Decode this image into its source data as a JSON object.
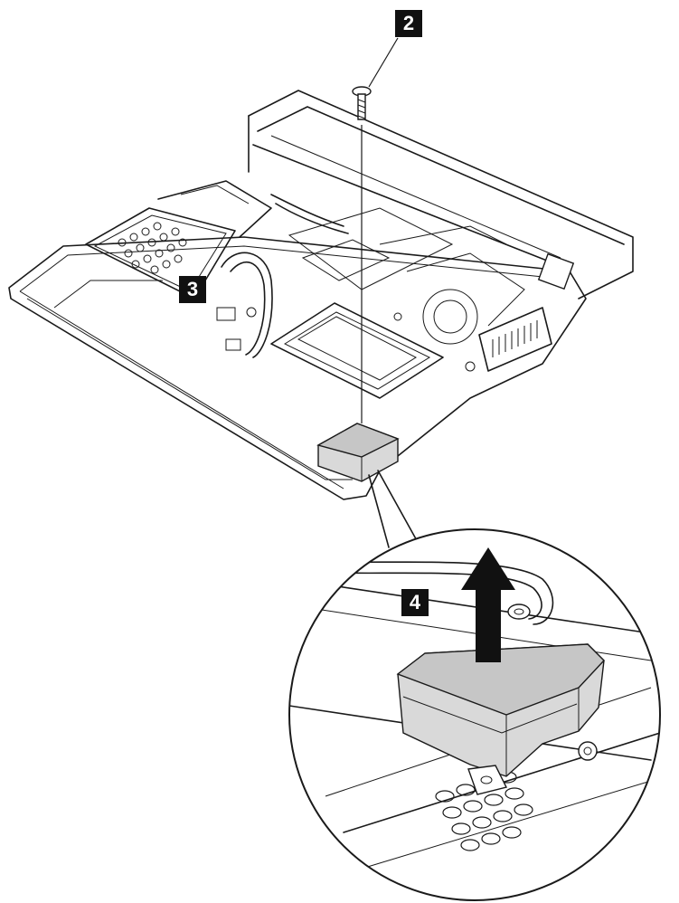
{
  "steps": {
    "step_2": "2",
    "step_3": "3",
    "step_4": "4"
  },
  "colors": {
    "badge_background": "#111111",
    "badge_text": "#ffffff",
    "part_fill": "#d9d9d9",
    "line": "#1a1a1a"
  },
  "icons": [
    "screw-icon",
    "up-arrow-icon",
    "cable-icon",
    "speaker-module-icon"
  ]
}
